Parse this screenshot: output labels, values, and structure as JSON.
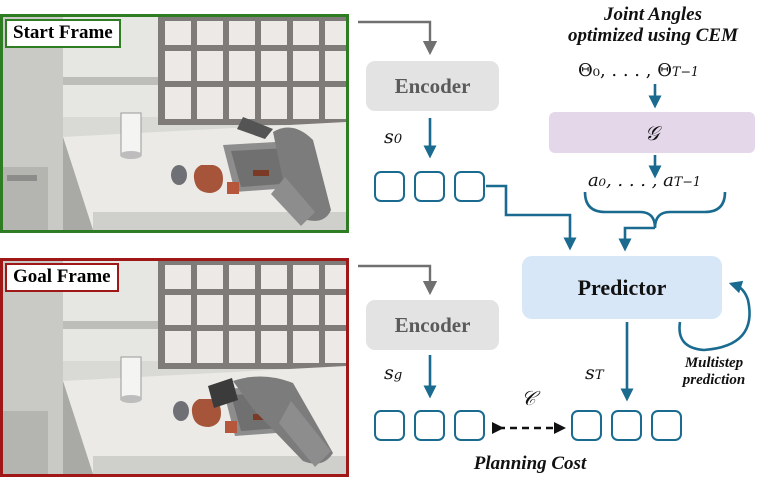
{
  "frames": {
    "start": {
      "label": "Start Frame"
    },
    "goal": {
      "label": "Goal Frame"
    }
  },
  "encoders": {
    "top_label": "Encoder",
    "bottom_label": "Encoder"
  },
  "latents": {
    "s0": {
      "symbol": "s",
      "sub": "0"
    },
    "sg": {
      "symbol": "s",
      "sub": "g"
    },
    "sT": {
      "symbol": "s",
      "sub": "T"
    }
  },
  "joint_angles": {
    "title_line1": "Joint Angles",
    "title_line2": "optimized using CEM",
    "formula": "Θ₀, . . . , Θ",
    "formula_sub": "T−1"
  },
  "g_box": {
    "symbol": "𝒢"
  },
  "actions": {
    "formula": "a₀, . . . , a",
    "formula_sub": "T−1"
  },
  "predictor": {
    "label": "Predictor"
  },
  "multistep": {
    "line1": "Multistep",
    "line2": "prediction"
  },
  "cost": {
    "symbol": "𝒞",
    "caption": "Planning Cost"
  },
  "colors": {
    "start_border": "#2f7d22",
    "goal_border": "#a01717",
    "latent_blue": "#1a6b8f",
    "encoder_gray": "#e3e3e3",
    "g_purple": "#e5d7ea",
    "predictor_blue": "#d8e7f7"
  }
}
